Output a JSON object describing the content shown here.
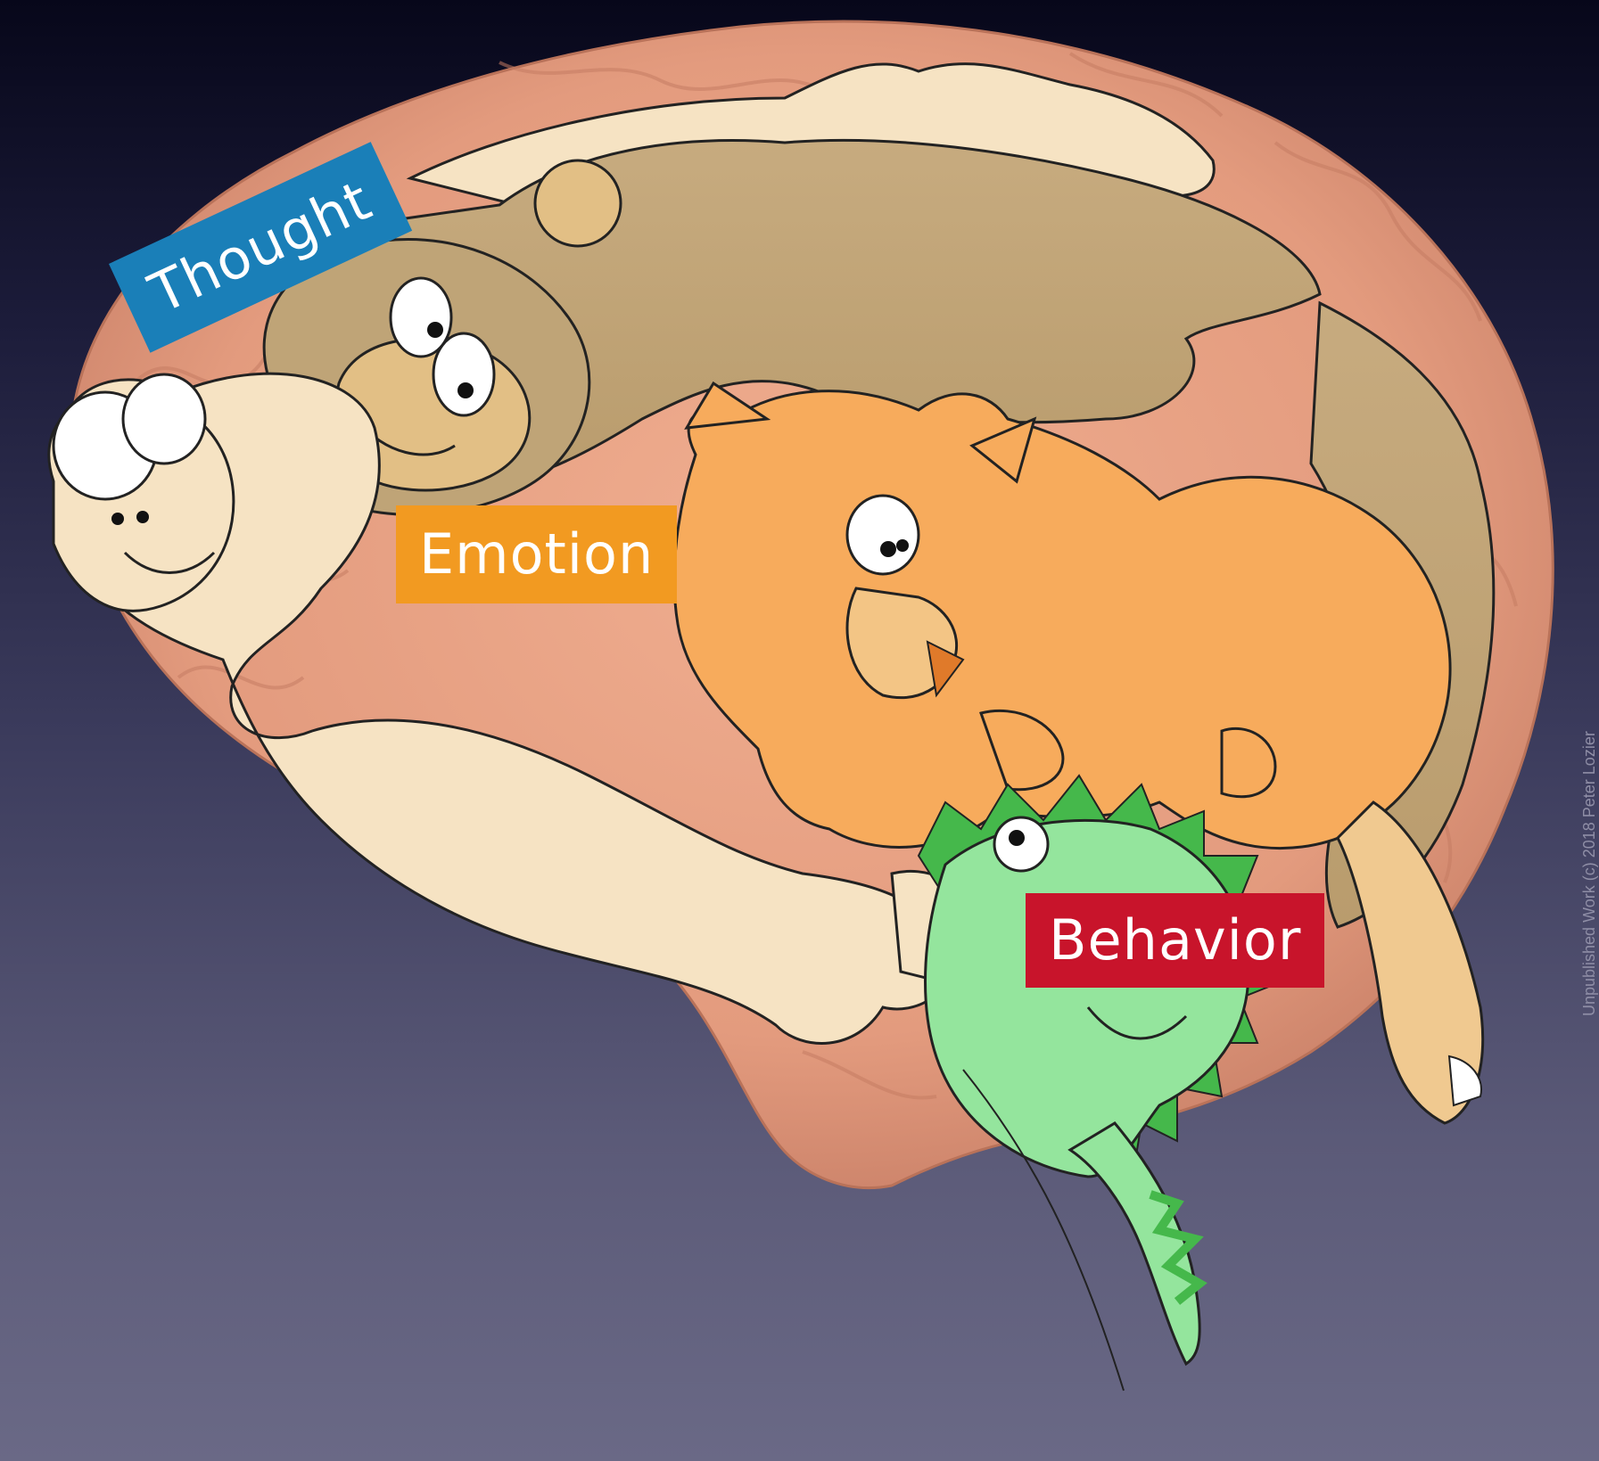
{
  "labels": {
    "thought": "Thought",
    "emotion": "Emotion",
    "behavior": "Behavior"
  },
  "watermark": "Unpublished Work (c) 2018 Peter Lozier",
  "colors": {
    "thought": "#1a7fb8",
    "emotion": "#f29a21",
    "behavior": "#c8142b",
    "brain": "#e9a184",
    "monkey": "#f6e3c3",
    "monkey_fur": "#c3a577",
    "cat": "#f7ab5c",
    "lizard": "#94e59d"
  },
  "illustration": {
    "brain": "brain-illustration",
    "monkey": "monkey-illustration",
    "cat": "cat-illustration",
    "lizard": "lizard-illustration"
  }
}
